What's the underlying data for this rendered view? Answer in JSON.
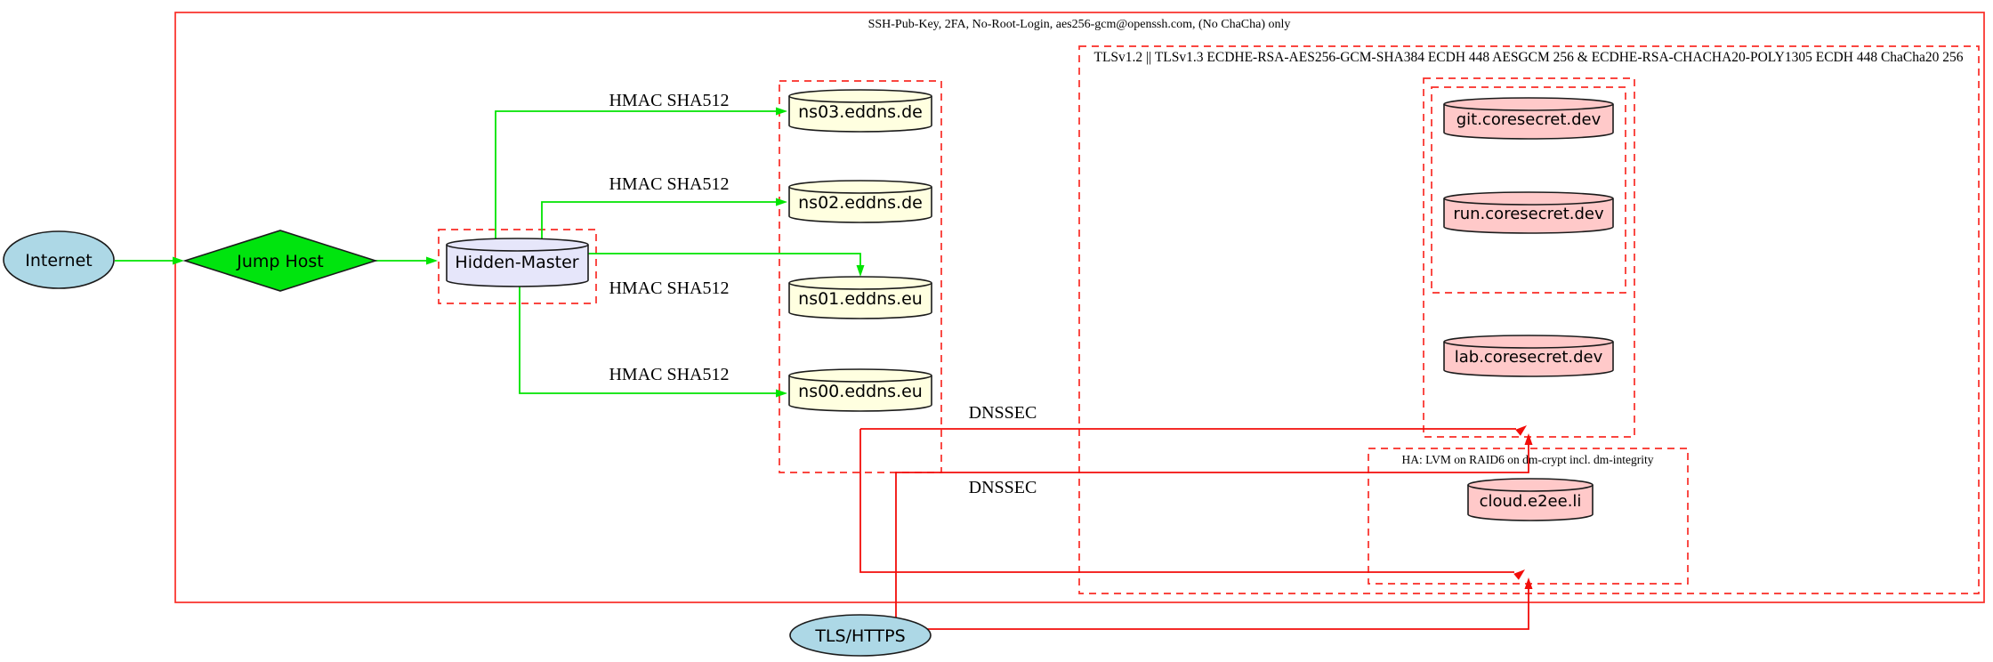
{
  "diagram": {
    "clusters": {
      "ssh_label": "SSH-Pub-Key, 2FA, No-Root-Login, aes256-gcm@openssh.com, (No ChaCha) only",
      "tls_label": "TLSv1.2 || TLSv1.3 ECDHE-RSA-AES256-GCM-SHA384 ECDH 448 AESGCM 256 & ECDHE-RSA-CHACHA20-POLY1305 ECDH 448 ChaCha20 256",
      "ha_label": "HA: LVM on RAID6 on dm-crypt incl. dm-integrity"
    },
    "nodes": {
      "internet": "Internet",
      "jump_host": "Jump Host",
      "hidden_master": "Hidden-Master",
      "ns03": "ns03.eddns.de",
      "ns02": "ns02.eddns.de",
      "ns01": "ns01.eddns.eu",
      "ns00": "ns00.eddns.eu",
      "git": "git.coresecret.dev",
      "run": "run.coresecret.dev",
      "lab": "lab.coresecret.dev",
      "cloud": "cloud.e2ee.li",
      "tls_https": "TLS/HTTPS"
    },
    "edge_labels": {
      "hmac": "HMAC SHA512",
      "dnssec": "DNSSEC"
    },
    "colors": {
      "cluster_red": "#f92c26",
      "edge_red": "#f20d0a",
      "edge_green": "#00e400",
      "node_green": "#00e40e",
      "node_yellow": "#ffffe0",
      "node_pink": "#ffc9c9",
      "node_lavender": "#e6e6fa",
      "node_lightblue": "#add8e6",
      "node_border": "#1b1b1b",
      "text_color": "#000000"
    }
  }
}
